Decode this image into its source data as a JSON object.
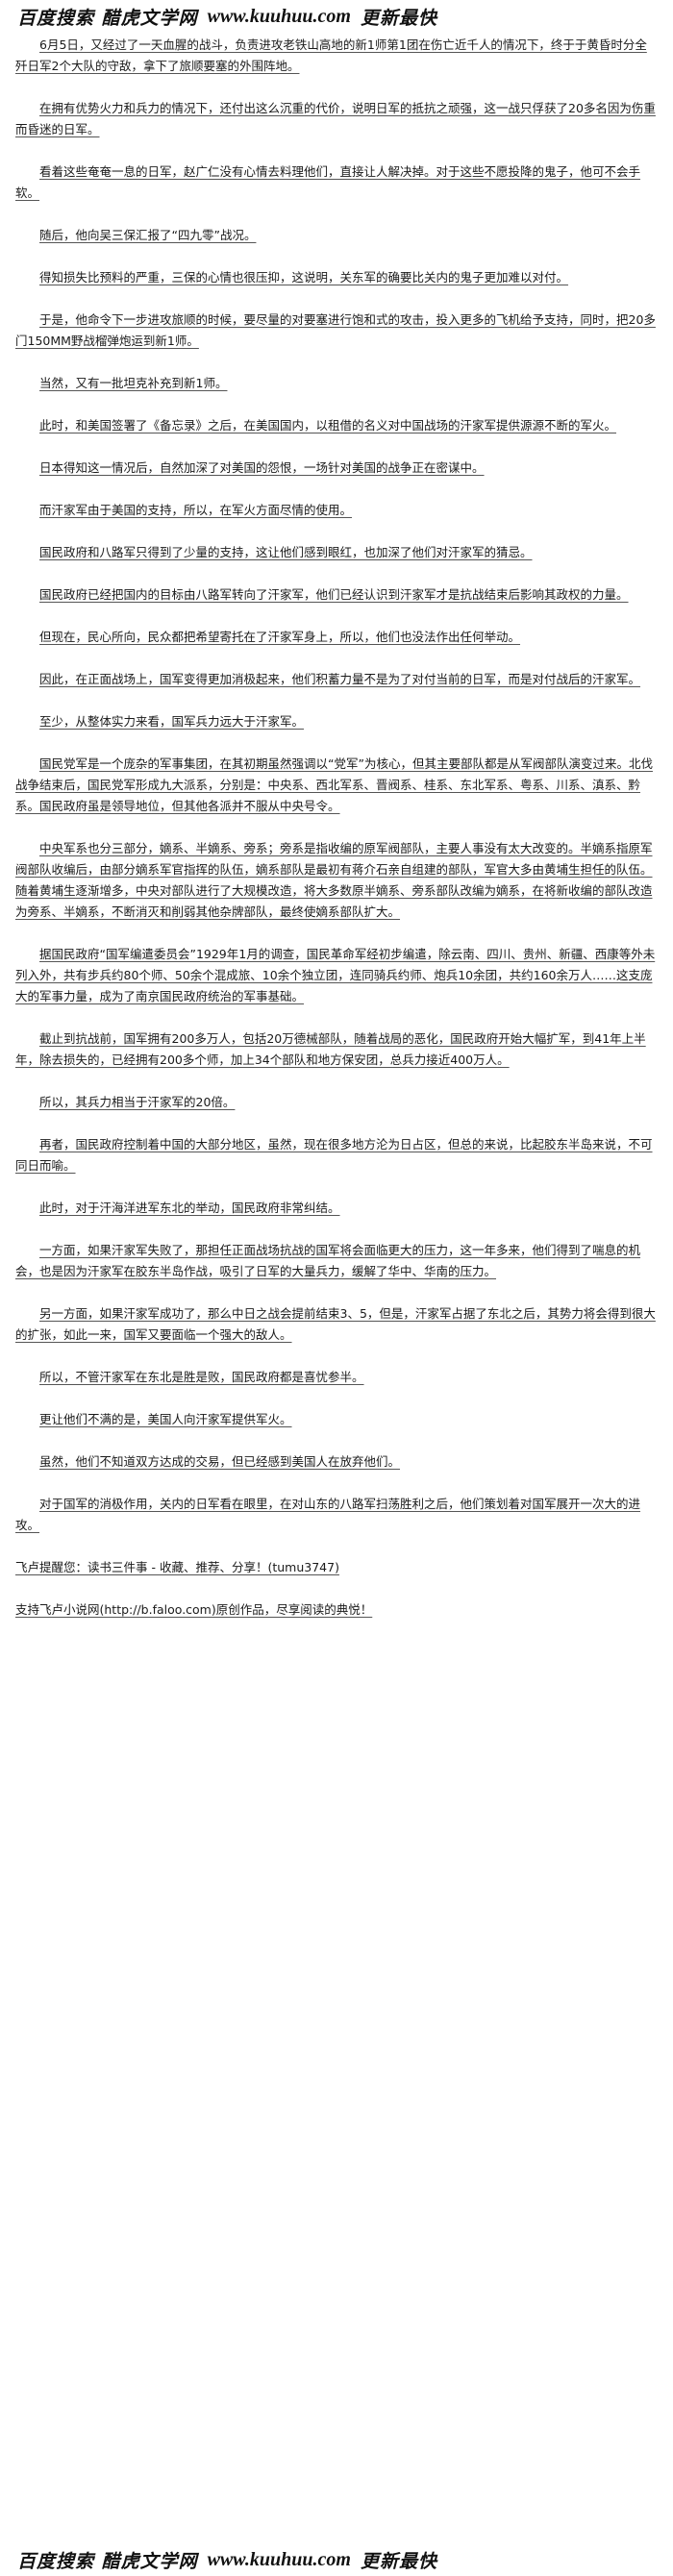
{
  "watermark": {
    "site_name": "百度搜索 醋虎文学网",
    "domain": "www.kuuhuu.com",
    "tagline": "更新最快"
  },
  "paragraphs": [
    "6月5日，又经过了一天血腥的战斗，负责进攻老铁山高地的新1师第1团在伤亡近千人的情况下，终于于黄昏时分全歼日军2个大队的守敌，拿下了旅顺要塞的外围阵地。",
    "在拥有优势火力和兵力的情况下，还付出这么沉重的代价，说明日军的抵抗之顽强，这一战只俘获了20多名因为伤重而昏迷的日军。",
    "看着这些奄奄一息的日军，赵广仁没有心情去料理他们，直接让人解决掉。对于这些不愿投降的鬼子，他可不会手软。",
    "随后，他向吴三保汇报了“四九零”战况。",
    "得知损失比预料的严重，三保的心情也很压抑，这说明，关东军的确要比关内的鬼子更加难以对付。",
    "于是，他命令下一步进攻旅顺的时候，要尽量的对要塞进行饱和式的攻击，投入更多的飞机给予支持，同时，把20多门150MM野战榴弹炮运到新1师。",
    "当然，又有一批坦克补充到新1师。",
    "此时，和美国签署了《备忘录》之后，在美国国内，以租借的名义对中国战场的汗家军提供源源不断的军火。",
    "日本得知这一情况后，自然加深了对美国的怨恨，一场针对美国的战争正在密谋中。",
    "而汗家军由于美国的支持，所以，在军火方面尽情的使用。",
    "国民政府和八路军只得到了少量的支持，这让他们感到眼红，也加深了他们对汗家军的猜忌。",
    "国民政府已经把国内的目标由八路军转向了汗家军，他们已经认识到汗家军才是抗战结束后影响其政权的力量。",
    "但现在，民心所向，民众都把希望寄托在了汗家军身上，所以，他们也没法作出任何举动。",
    "因此，在正面战场上，国军变得更加消极起来，他们积蓄力量不是为了对付当前的日军，而是对付战后的汗家军。",
    "至少，从整体实力来看，国军兵力远大于汗家军。",
    "国民党军是一个庞杂的军事集团，在其初期虽然强调以“党军”为核心，但其主要部队都是从军阀部队演变过来。北伐战争结束后，国民党军形成九大派系，分别是：中央系、西北军系、晋阀系、桂系、东北军系、粤系、川系、滇系、黔系。国民政府虽是领导地位，但其他各派并不服从中央号令。",
    "中央军系也分三部分，嫡系、半嫡系、旁系；旁系是指收编的原军阀部队，主要人事没有太大改变的。半嫡系指原军阀部队收编后，由部分嫡系军官指挥的队伍，嫡系部队是最初有蒋介石亲自组建的部队，军官大多由黄埔生担任的队伍。随着黄埔生逐渐增多，中央对部队进行了大规模改造，将大多数原半嫡系、旁系部队改编为嫡系，在将新收编的部队改造为旁系、半嫡系，不断消灭和削弱其他杂牌部队，最终使嫡系部队扩大。",
    "据国民政府“国军编遣委员会”1929年1月的调查，国民革命军经初步编遣，除云南、四川、贵州、新疆、西康等外未列入外，共有步兵约80个师、50余个混成旅、10余个独立团，连同骑兵约师、炮兵10余团，共约160余万人……这支庞大的军事力量，成为了南京国民政府统治的军事基础。",
    "截止到抗战前，国军拥有200多万人，包括20万德械部队，随着战局的恶化，国民政府开始大幅扩军，到41年上半年，除去损失的，已经拥有200多个师，加上34个部队和地方保安团，总兵力接近400万人。",
    "所以，其兵力相当于汗家军的20倍。",
    "再者，国民政府控制着中国的大部分地区，虽然，现在很多地方沦为日占区，但总的来说，比起胶东半岛来说，不可同日而喻。",
    "此时，对于汗海洋进军东北的举动，国民政府非常纠结。",
    "一方面，如果汗家军失败了，那担任正面战场抗战的国军将会面临更大的压力，这一年多来，他们得到了喘息的机会，也是因为汗家军在胶东半岛作战，吸引了日军的大量兵力，缓解了华中、华南的压力。",
    "另一方面，如果汗家军成功了，那么中日之战会提前结束3、5，但是，汗家军占据了东北之后，其势力将会得到很大的扩张，如此一来，国军又要面临一个强大的敌人。",
    "所以，不管汗家军在东北是胜是败，国民政府都是喜忧参半。",
    "更让他们不满的是，美国人向汗家军提供军火。",
    "虽然，他们不知道双方达成的交易，但已经感到美国人在放弃他们。",
    "对于国军的消极作用，关内的日军看在眼里，在对山东的八路军扫荡胜利之后，他们策划着对国军展开一次大的进攻。"
  ],
  "footer": {
    "tip": "飞卢提醒您：读书三件事 - 收藏、推荐、分享！(tumu3747)",
    "support": "支持飞卢小说网(http://b.faloo.com)原创作品，尽享阅读的典悦！"
  }
}
